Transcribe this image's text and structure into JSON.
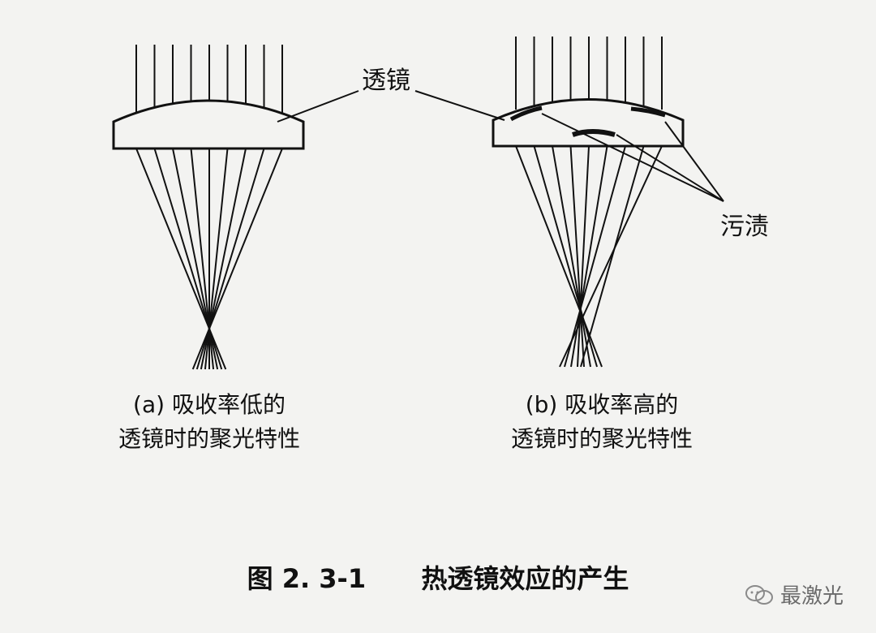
{
  "labels": {
    "lens": "透镜",
    "stain": "污渍"
  },
  "captions": {
    "a": {
      "line1": "(a) 吸收率低的",
      "line2": "透镜时的聚光特性"
    },
    "b": {
      "line1": "(b) 吸收率高的",
      "line2": "透镜时的聚光特性"
    }
  },
  "figure_title": {
    "number": "图 2. 3-1",
    "text": "热透镜效应的产生"
  },
  "watermark": {
    "text": "最激光",
    "icon": "chat-bubbles-icon"
  },
  "colors": {
    "ink": "#111111",
    "background": "#f3f3f1",
    "watermark": "#6b6b6b"
  }
}
